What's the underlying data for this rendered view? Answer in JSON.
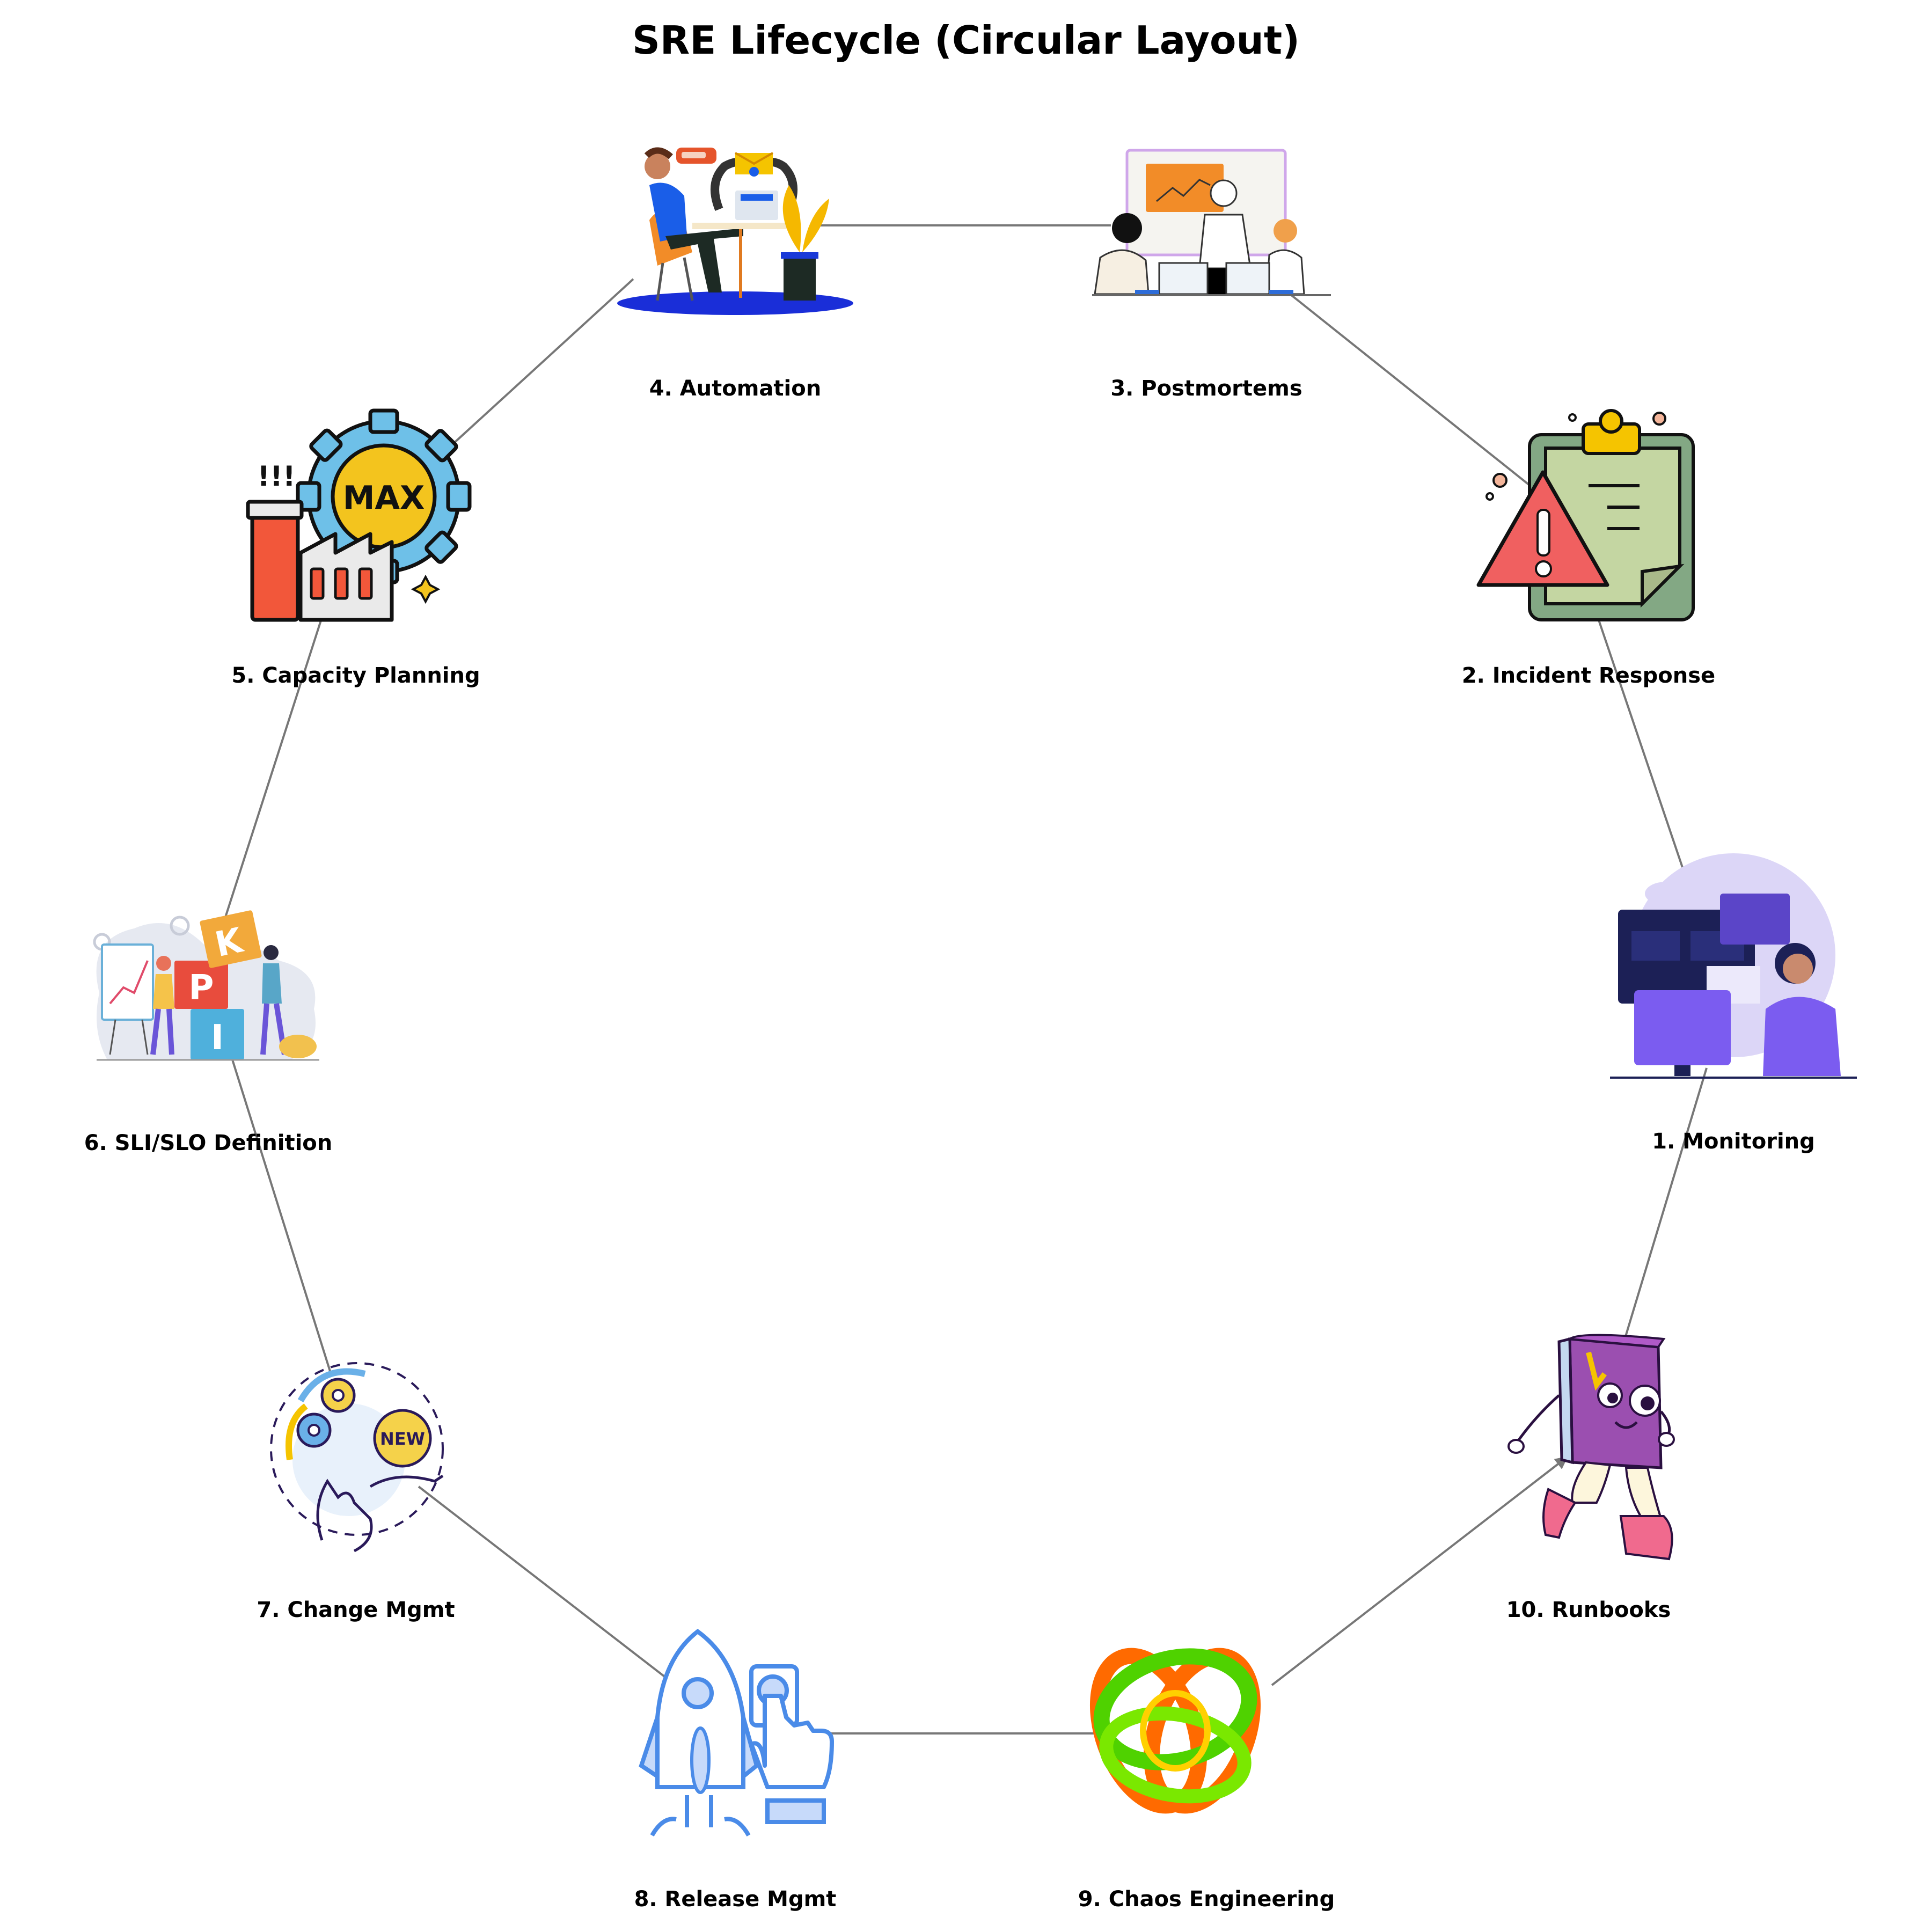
{
  "title": "SRE Lifecycle (Circular Layout)",
  "nodes": [
    {
      "label": "1. Monitoring",
      "icon": "monitoring-dashboard-illustration"
    },
    {
      "label": "2. Incident Response",
      "icon": "clipboard-warning-illustration"
    },
    {
      "label": "3. Postmortems",
      "icon": "team-meeting-illustration"
    },
    {
      "label": "4. Automation",
      "icon": "automation-robot-arms-illustration"
    },
    {
      "label": "5. Capacity Planning",
      "icon": "factory-gear-max-illustration"
    },
    {
      "label": "6. SLI/SLO Definition",
      "icon": "kpi-blocks-illustration"
    },
    {
      "label": "7. Change Mgmt",
      "icon": "gears-new-hands-illustration"
    },
    {
      "label": "8. Release Mgmt",
      "icon": "rocket-launch-button-illustration"
    },
    {
      "label": "9. Chaos Engineering",
      "icon": "tangled-rings-illustration"
    },
    {
      "label": "10. Runbooks",
      "icon": "running-book-illustration"
    }
  ],
  "edges": [
    [
      0,
      1
    ],
    [
      1,
      2
    ],
    [
      2,
      3
    ],
    [
      3,
      4
    ],
    [
      4,
      5
    ],
    [
      5,
      6
    ],
    [
      6,
      7
    ],
    [
      7,
      8
    ],
    [
      8,
      9
    ],
    [
      9,
      0
    ]
  ],
  "colors": {
    "edge": "#777777",
    "text": "#000000"
  }
}
